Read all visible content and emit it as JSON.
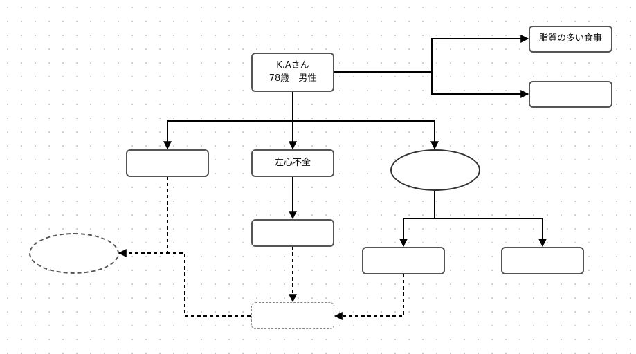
{
  "diagram": {
    "patient": {
      "name": "K.Aさん",
      "detail": "78歳　男性"
    },
    "right_top_box": {
      "label": "脂質の多い食事"
    },
    "right_bottom_box": {
      "label": ""
    },
    "left_box": {
      "label": ""
    },
    "center_box": {
      "label": "左心不全"
    },
    "center_lower_box": {
      "label": ""
    },
    "bottom_center_box": {
      "label": ""
    },
    "right_lower_left_box": {
      "label": ""
    },
    "right_lower_right_box": {
      "label": ""
    },
    "colors": {
      "line": "#000000",
      "node_border": "#555555",
      "dashed_border": "#888888"
    }
  }
}
